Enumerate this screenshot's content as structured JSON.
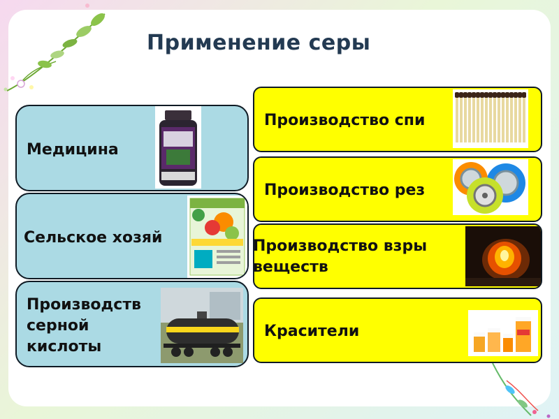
{
  "title": "Применение серы",
  "left_items": [
    {
      "label_lines": [
        "Медицина"
      ],
      "image": "msm-supplement-bottle"
    },
    {
      "label_lines": [
        "Сельское хозяй"
      ],
      "image": "fertilizer-package"
    },
    {
      "label_lines": [
        "Производств",
        "серной",
        "кислоты"
      ],
      "image": "railway-tank-car"
    }
  ],
  "right_items": [
    {
      "label_lines": [
        "Производство спи"
      ],
      "image": "matchsticks"
    },
    {
      "label_lines": [
        "Производство рез"
      ],
      "image": "car-tires"
    },
    {
      "label_lines": [
        "Производство взры",
        "веществ"
      ],
      "image": "explosion-fire"
    },
    {
      "label_lines": [
        "Красители"
      ],
      "image": "dye-jars"
    }
  ],
  "colors": {
    "title": "#233a52",
    "left_card": "#abdae4",
    "right_card": "#ffff00",
    "border": "#0f1a24"
  }
}
